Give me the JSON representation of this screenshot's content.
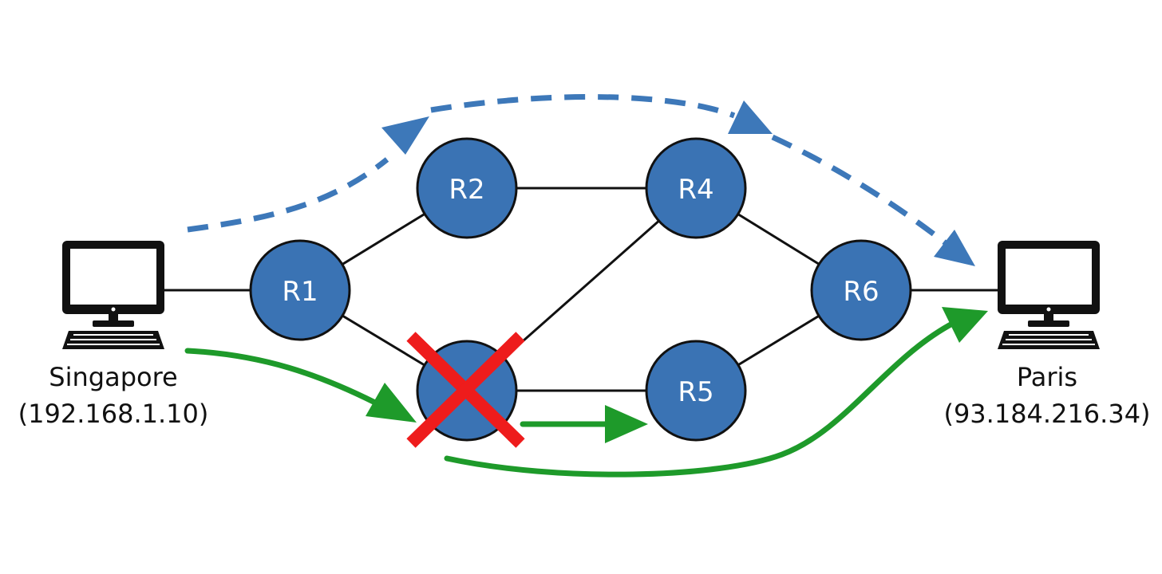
{
  "colors": {
    "router_fill": "#3a73b4",
    "link": "#111111",
    "original_path": "#3d78b9",
    "reroute_path": "#1e9a2a",
    "failure_mark": "#ee1c1c"
  },
  "hosts": {
    "source": {
      "name": "Singapore",
      "ip": "(192.168.1.10)",
      "icon": "computer-icon"
    },
    "destination": {
      "name": "Paris",
      "ip": "(93.184.216.34)",
      "icon": "computer-icon"
    }
  },
  "routers": [
    {
      "id": "R1",
      "label": "R1",
      "failed": false
    },
    {
      "id": "R2",
      "label": "R2",
      "failed": false
    },
    {
      "id": "R3",
      "label": "",
      "failed": true
    },
    {
      "id": "R4",
      "label": "R4",
      "failed": false
    },
    {
      "id": "R5",
      "label": "R5",
      "failed": false
    },
    {
      "id": "R6",
      "label": "R6",
      "failed": false
    }
  ],
  "links": [
    [
      "source",
      "R1"
    ],
    [
      "R1",
      "R2"
    ],
    [
      "R1",
      "R3"
    ],
    [
      "R2",
      "R4"
    ],
    [
      "R3",
      "R4"
    ],
    [
      "R3",
      "R5"
    ],
    [
      "R4",
      "R6"
    ],
    [
      "R5",
      "R6"
    ],
    [
      "R6",
      "destination"
    ]
  ],
  "failure_icon": "x-mark-icon"
}
